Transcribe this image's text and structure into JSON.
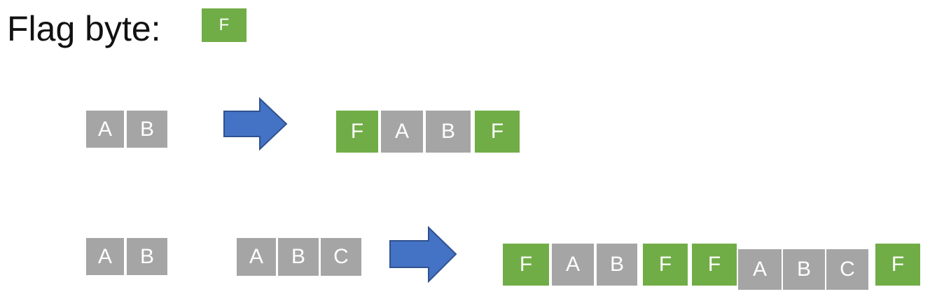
{
  "title": "Flag byte:",
  "legend_byte": "F",
  "colors": {
    "flag": "#70ad47",
    "data": "#a5a5a5",
    "arrow": "#4472c4",
    "arrow_stroke": "#2f528f"
  },
  "row1": {
    "input": [
      "A",
      "B"
    ],
    "output": [
      "F",
      "A",
      "B",
      "F"
    ]
  },
  "row2": {
    "input1": [
      "A",
      "B"
    ],
    "input2": [
      "A",
      "B",
      "C"
    ],
    "output": [
      "F",
      "A",
      "B",
      "F",
      "F",
      "A",
      "B",
      "C",
      "F"
    ]
  }
}
